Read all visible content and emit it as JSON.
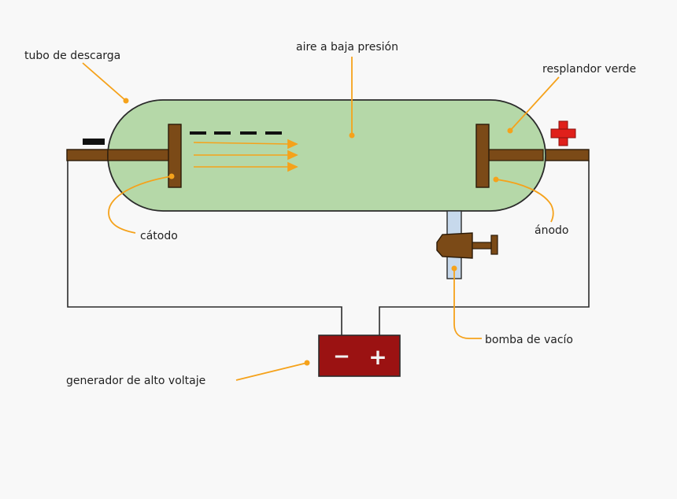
{
  "labels": {
    "tube": "tubo de descarga",
    "air": "aire a baja presión",
    "glow": "resplandor verde",
    "cathode": "cátodo",
    "anode": "ánodo",
    "pump": "bomba de vacío",
    "generator": "generador de alto voltaje"
  },
  "symbols": {
    "negative_terminal": "−",
    "positive_terminal": "+",
    "generator_negative": "−",
    "generator_positive": "+"
  },
  "colors": {
    "tube_fill": "#b5d8a8",
    "electrode": "#7b4a17",
    "wire": "#2b2b2b",
    "leader": "#f5a21b",
    "generator": "#9b1212",
    "plus_sign": "#e0201b",
    "pump_pipe": "#c7d9ec"
  }
}
